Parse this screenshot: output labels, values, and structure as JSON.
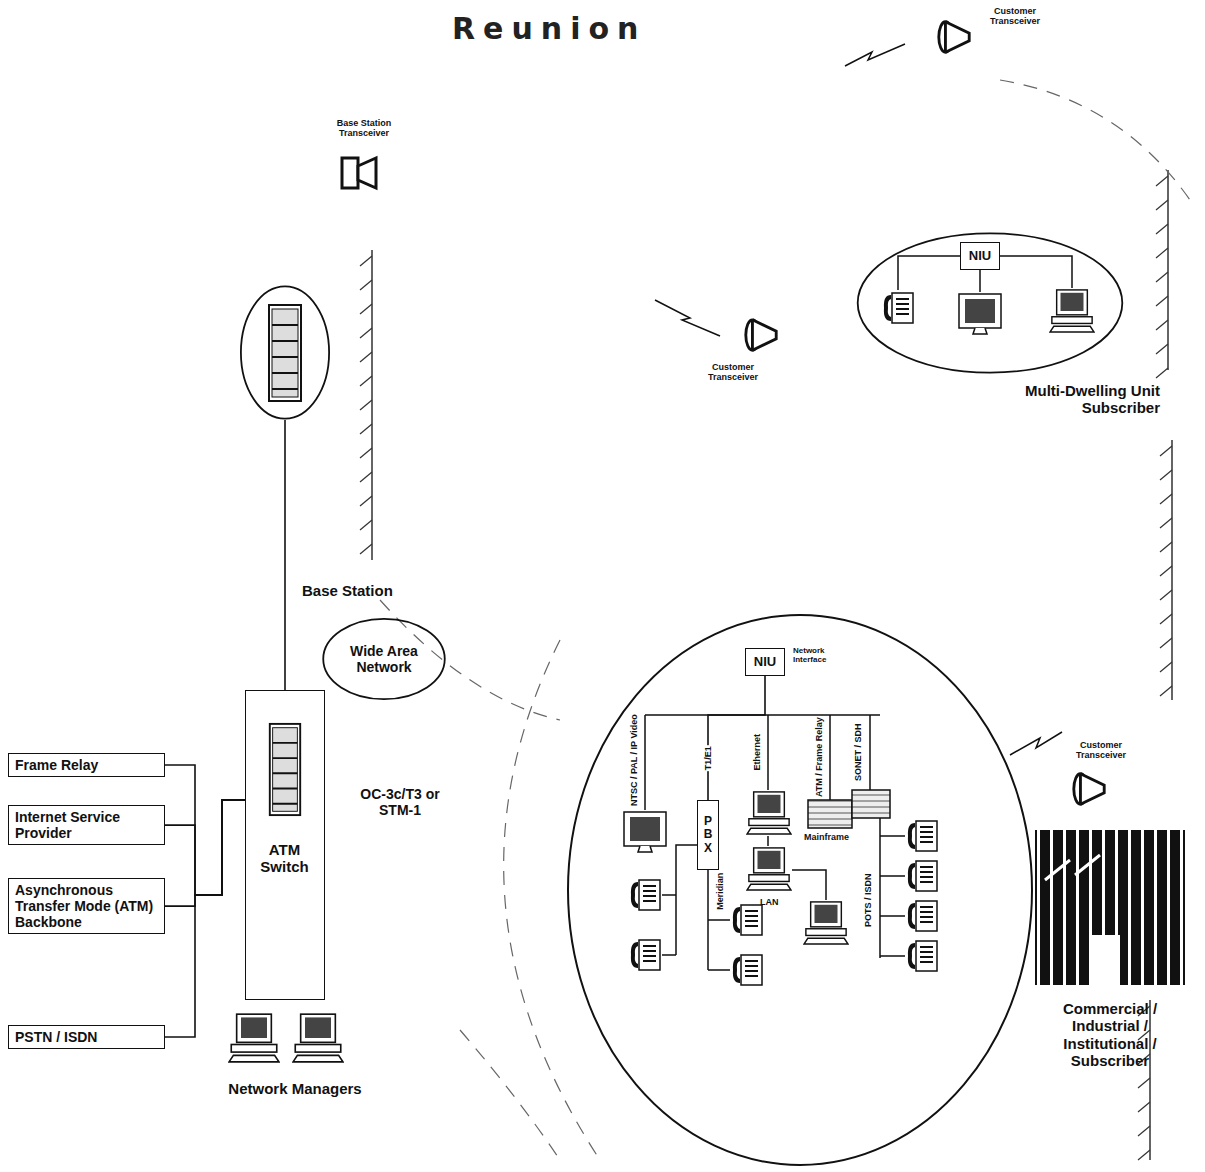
{
  "diagram": {
    "title": "Reunion",
    "nodes": [
      {
        "text": [
          "Base Station"
        ]
      },
      {
        "text": [
          "Multi-Dwelling Unit Subscriber"
        ]
      },
      {
        "text": [
          "NIU"
        ],
        "in": 1
      },
      {
        "text": [
          "Wide Area Network"
        ]
      },
      {
        "text": [
          "ATM Switch"
        ]
      },
      {
        "text": [
          "Frame Relay"
        ]
      },
      {
        "text": [
          "Internet Service Provider"
        ]
      },
      {
        "text": [
          "Asynchronous Transfer Mode (ATM) Backbone"
        ]
      },
      {
        "text": [
          "PSTN / ISDN"
        ]
      },
      {
        "text": [
          "NIU"
        ]
      },
      {
        "text": [
          "PBX"
        ]
      }
    ],
    "edges": [
      {
        "from": 0,
        "to": 4,
        "arrow": "none"
      },
      {
        "from": 5,
        "to": 4,
        "arrow": "none"
      },
      {
        "from": 6,
        "to": 4,
        "arrow": "none"
      },
      {
        "from": 7,
        "to": 4,
        "arrow": "none"
      },
      {
        "from": 8,
        "to": 4,
        "arrow": "none"
      },
      {
        "from": 9,
        "to": 10,
        "label": "T1/E1",
        "arrow": "none"
      }
    ],
    "labels": [
      "Base Station Transceiver",
      "Customer Transceiver",
      "Customer Transceiver",
      "OC-3c/T3 or STM-1",
      "Network Interface",
      "Customer Transceiver",
      "NTSC / PAL / IP Video",
      "Ethernet",
      "ATM / Frame Relay",
      "SONET / SDH",
      "Meridian",
      "Mainframe",
      "POTS / ISDN",
      "LAN",
      "Network Managers",
      "Commercial / Industrial / Institutional / Subscriber"
    ]
  }
}
